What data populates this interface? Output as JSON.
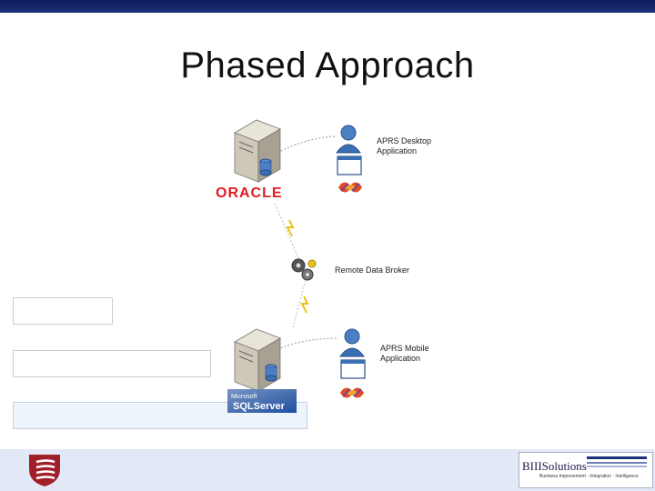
{
  "slide": {
    "title": "Phased Approach"
  },
  "diagram": {
    "desktop_app_label": "APRS Desktop\nApplication",
    "mobile_app_label": "APRS Mobile\nApplication",
    "broker_label": "Remote Data Broker",
    "oracle_label": "ORACLE",
    "sqlserver_brand": "Microsoft",
    "sqlserver_label": "SQLServer"
  },
  "footer": {
    "logo_text": "BIIISolutions",
    "logo_tagline": "Business Improvement · Integration · Intelligence"
  },
  "colors": {
    "header_bar": "#0d1e5e",
    "footer_band": "#e3e8f7",
    "oracle_red": "#e31b23",
    "shield_red": "#a11f2b"
  }
}
